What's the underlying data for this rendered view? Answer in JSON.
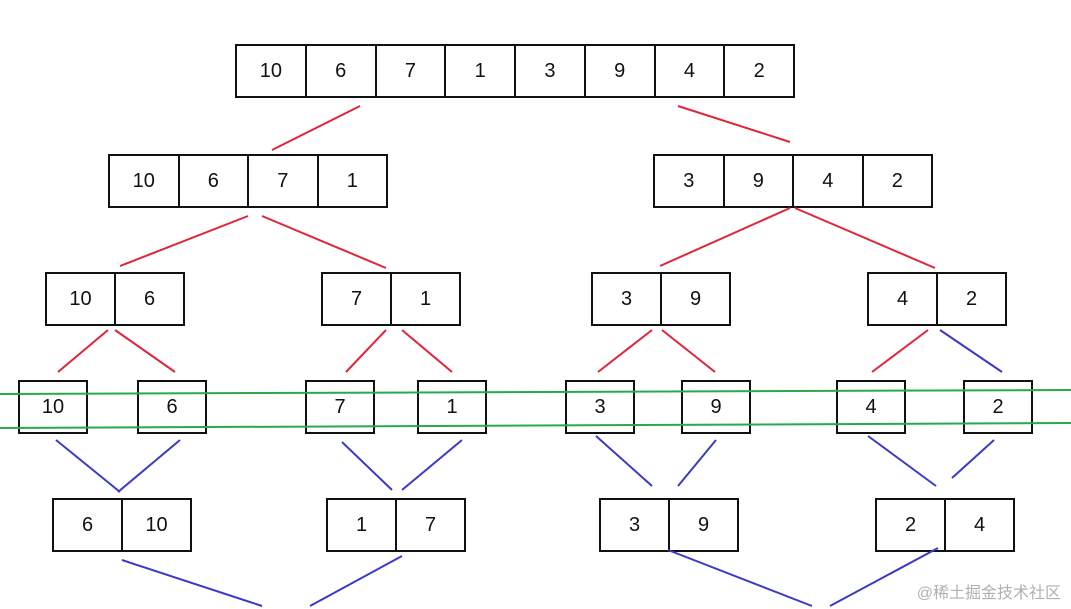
{
  "diagram": {
    "levels": [
      {
        "name": "level-1",
        "arrays": [
          [
            "10",
            "6",
            "7",
            "1",
            "3",
            "9",
            "4",
            "2"
          ]
        ]
      },
      {
        "name": "level-2",
        "arrays": [
          [
            "10",
            "6",
            "7",
            "1"
          ],
          [
            "3",
            "9",
            "4",
            "2"
          ]
        ]
      },
      {
        "name": "level-3",
        "arrays": [
          [
            "10",
            "6"
          ],
          [
            "7",
            "1"
          ],
          [
            "3",
            "9"
          ],
          [
            "4",
            "2"
          ]
        ]
      },
      {
        "name": "level-4",
        "arrays": [
          [
            "10"
          ],
          [
            "6"
          ],
          [
            "7"
          ],
          [
            "1"
          ],
          [
            "3"
          ],
          [
            "9"
          ],
          [
            "4"
          ],
          [
            "2"
          ]
        ]
      },
      {
        "name": "level-5",
        "arrays": [
          [
            "6",
            "10"
          ],
          [
            "1",
            "7"
          ],
          [
            "3",
            "9"
          ],
          [
            "2",
            "4"
          ]
        ]
      }
    ],
    "colors": {
      "split_line": "#e0243a",
      "merge_line": "#3a3ac8",
      "highlight_band": "#2aa84a",
      "box_border": "#111111"
    }
  },
  "watermark": "@稀土掘金技术社区"
}
